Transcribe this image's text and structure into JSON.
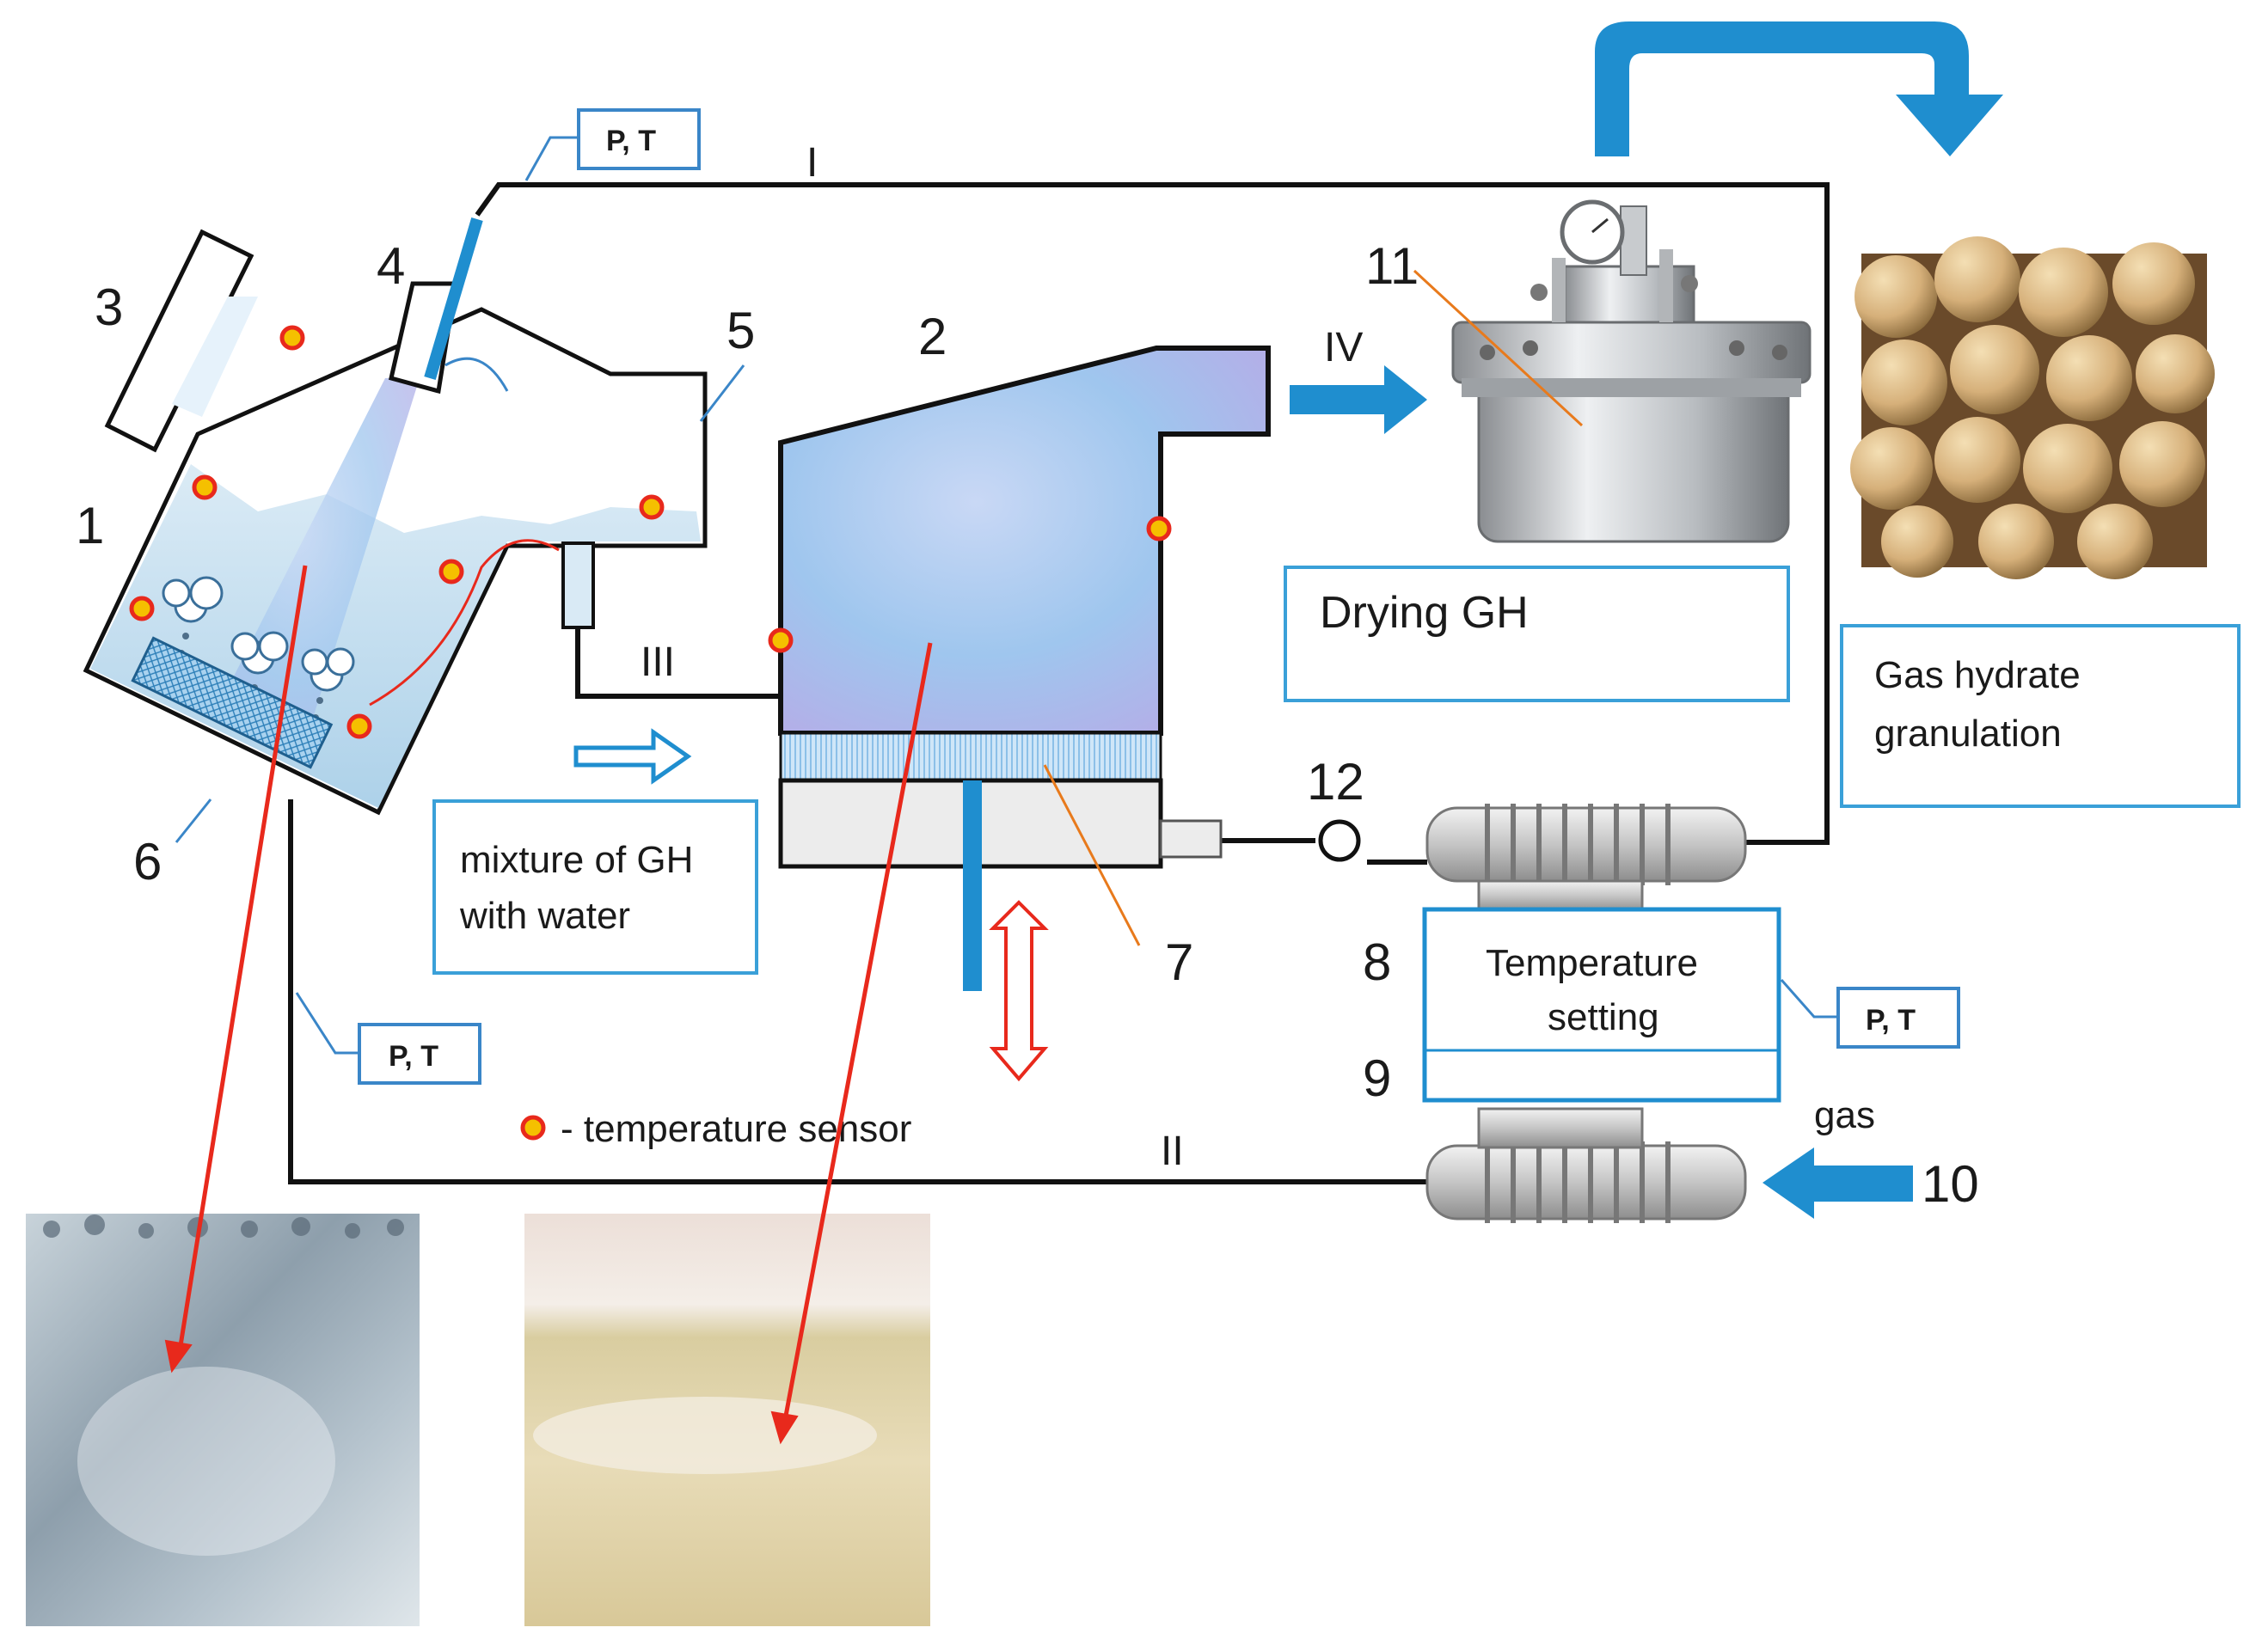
{
  "numbers": {
    "n1": "1",
    "n2": "2",
    "n3": "3",
    "n4": "4",
    "n5": "5",
    "n6": "6",
    "n7": "7",
    "n8": "8",
    "n9": "9",
    "n10": "10",
    "n11": "11",
    "n12": "12"
  },
  "lines": {
    "l1": "I",
    "l2": "II",
    "l3": "III",
    "l4": "IV"
  },
  "boxes": {
    "drying": "Drying GH",
    "granulation_line1": "Gas hydrate",
    "granulation_line2": "granulation",
    "mixture_line1": "mixture of GH",
    "mixture_line2": "with water",
    "temp_line1": "Temperature",
    "temp_line2": "setting"
  },
  "pt_labels": {
    "pt_top": "P, T",
    "pt_left": "P, T",
    "pt_right": "P, T"
  },
  "legend": {
    "sensor": "- temperature sensor"
  },
  "gas_label": "gas",
  "colors": {
    "flow_arrow": "#1f8ecf",
    "sensor_fill": "#f5c000",
    "sensor_ring": "#e8291c",
    "pointer": "#e8291c",
    "box_border": "#3aa0d8"
  }
}
